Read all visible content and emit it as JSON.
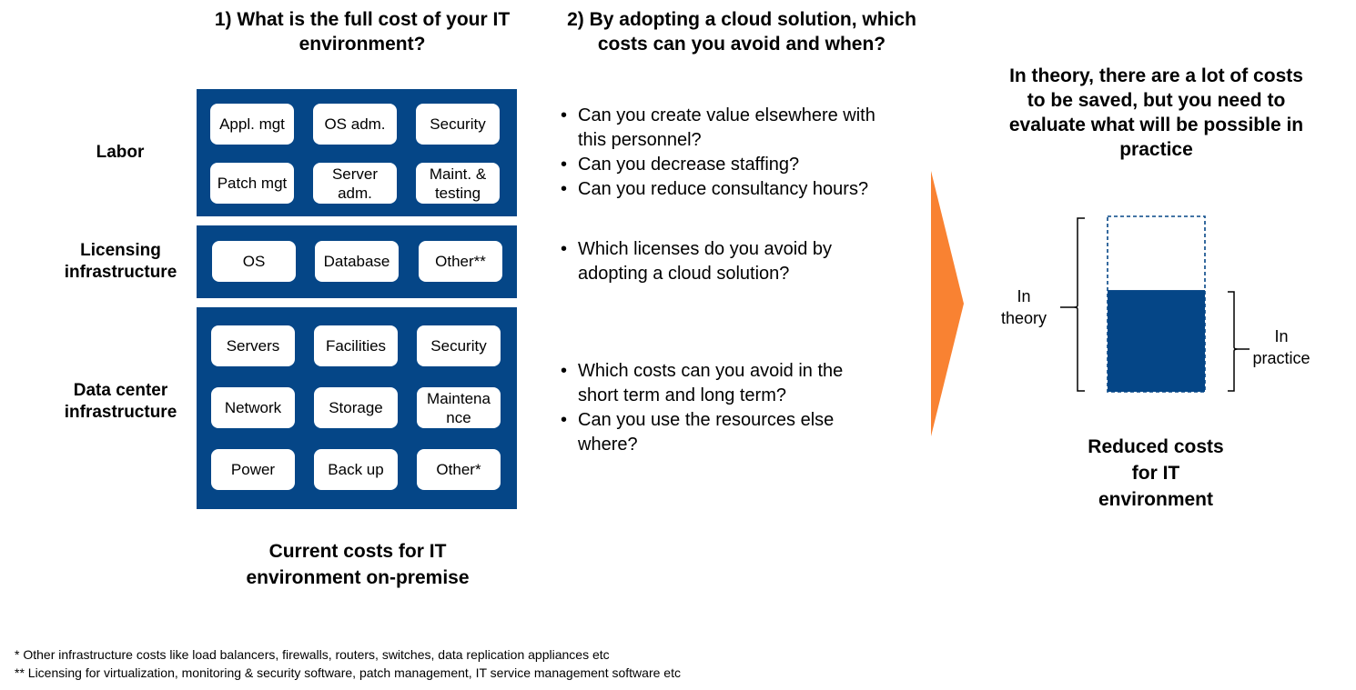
{
  "headings": {
    "q1": "1) What is the full cost of your IT environment?",
    "q2": "2) By adopting a cloud solution, which costs can you avoid and when?",
    "theory_note": "In theory, there are a lot of costs to be saved, but you need to evaluate what will be possible in practice"
  },
  "categories": {
    "labor": {
      "label": "Labor",
      "tiles": [
        "Appl. mgt",
        "OS adm.",
        "Security",
        "Patch mgt",
        "Server adm.",
        "Maint. & testing"
      ]
    },
    "licensing": {
      "label": "Licensing infrastructure",
      "tiles": [
        "OS",
        "Database",
        "Other**"
      ]
    },
    "datacenter": {
      "label": "Data center infrastructure",
      "tiles": [
        "Servers",
        "Facilities",
        "Security",
        "Network",
        "Storage",
        "Maintena nce",
        "Power",
        "Back up",
        "Other*"
      ]
    }
  },
  "questions": {
    "labor": [
      "Can you create value elsewhere with this personnel?",
      "Can you decrease staffing?",
      "Can you reduce consultancy hours?"
    ],
    "licensing": [
      "Which licenses do you avoid by adopting a cloud solution?"
    ],
    "datacenter": [
      "Which costs can you avoid in the short term and long term?",
      "Can you use the resources else where?"
    ]
  },
  "captions": {
    "current": "Current costs for IT environment on-premise",
    "reduced": "Reduced costs for IT environment"
  },
  "bar": {
    "theory_label": "In theory",
    "practice_label": "In practice",
    "practice_fraction": 0.58
  },
  "footnotes": [
    "* Other infrastructure costs like load balancers, firewalls,  routers, switches,  data replication appliances  etc",
    "** Licensing for virtualization,  monitoring & security software, patch management,  IT service management  software etc"
  ],
  "colors": {
    "navy": "#054687",
    "orange": "#F98232"
  }
}
